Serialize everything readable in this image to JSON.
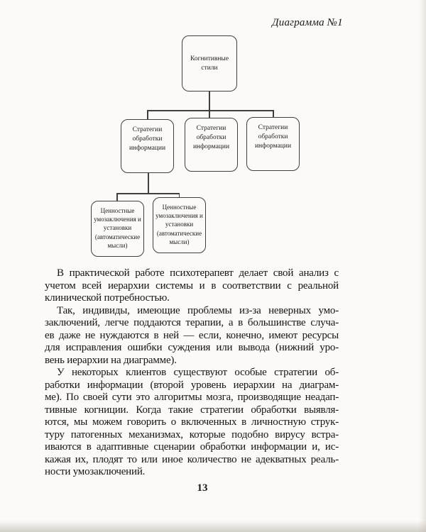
{
  "colors": {
    "paper": "#fbfaf7",
    "ink": "#151412",
    "diagram_line": "#413f3c"
  },
  "header": {
    "caption": "Диаграмма №1"
  },
  "diagram": {
    "root_label": "Когнитивные стили",
    "level2_labels": [
      "Стратегии обработки информации",
      "Стратегии обработки информации",
      "Стратегии обработки информации"
    ],
    "level3_labels": [
      "Ценностные умозаключения и установки (автоматические мысли)",
      "Ценностные умозаключения и установки (автоматические мысли)"
    ]
  },
  "body": {
    "paragraphs": [
      {
        "lines": [
          "В практической работе психотерапевт делает свой анализ с",
          "учетом всей иерархии системы и в соответствии с реальной",
          "клинической потребностью."
        ]
      },
      {
        "lines": [
          "Так, индивиды, имеющие проблемы из-за неверных умо-",
          "заключений, легче поддаются терапии, а в большинстве случа-",
          "ев даже не нуждаются в ней — если, конечно, имеют ресурсы",
          "для исправления ошибки суждения или вывода (нижний уро-",
          "вень иерархии на диаграмме)."
        ]
      },
      {
        "lines": [
          "У некоторых клиентов существуют особые стратегии об-",
          "работки информации (второй уровень иерархии на диаграм-",
          "ме). По своей сути это алгоритмы мозга, производящие неадап-",
          "тивные когниции. Когда такие стратегии обработки выявля-",
          "ются, мы можем говорить о включенных в личностную струк-",
          "туру патогенных механизмах, которые подобно вирусу встра-",
          "иваются в адаптивные сценарии обработки информации и, ис-",
          "кажая их, плодят то или иное количество не адекватных реаль-",
          "ности умозаключений."
        ]
      }
    ]
  },
  "footer": {
    "page_number": "13"
  }
}
